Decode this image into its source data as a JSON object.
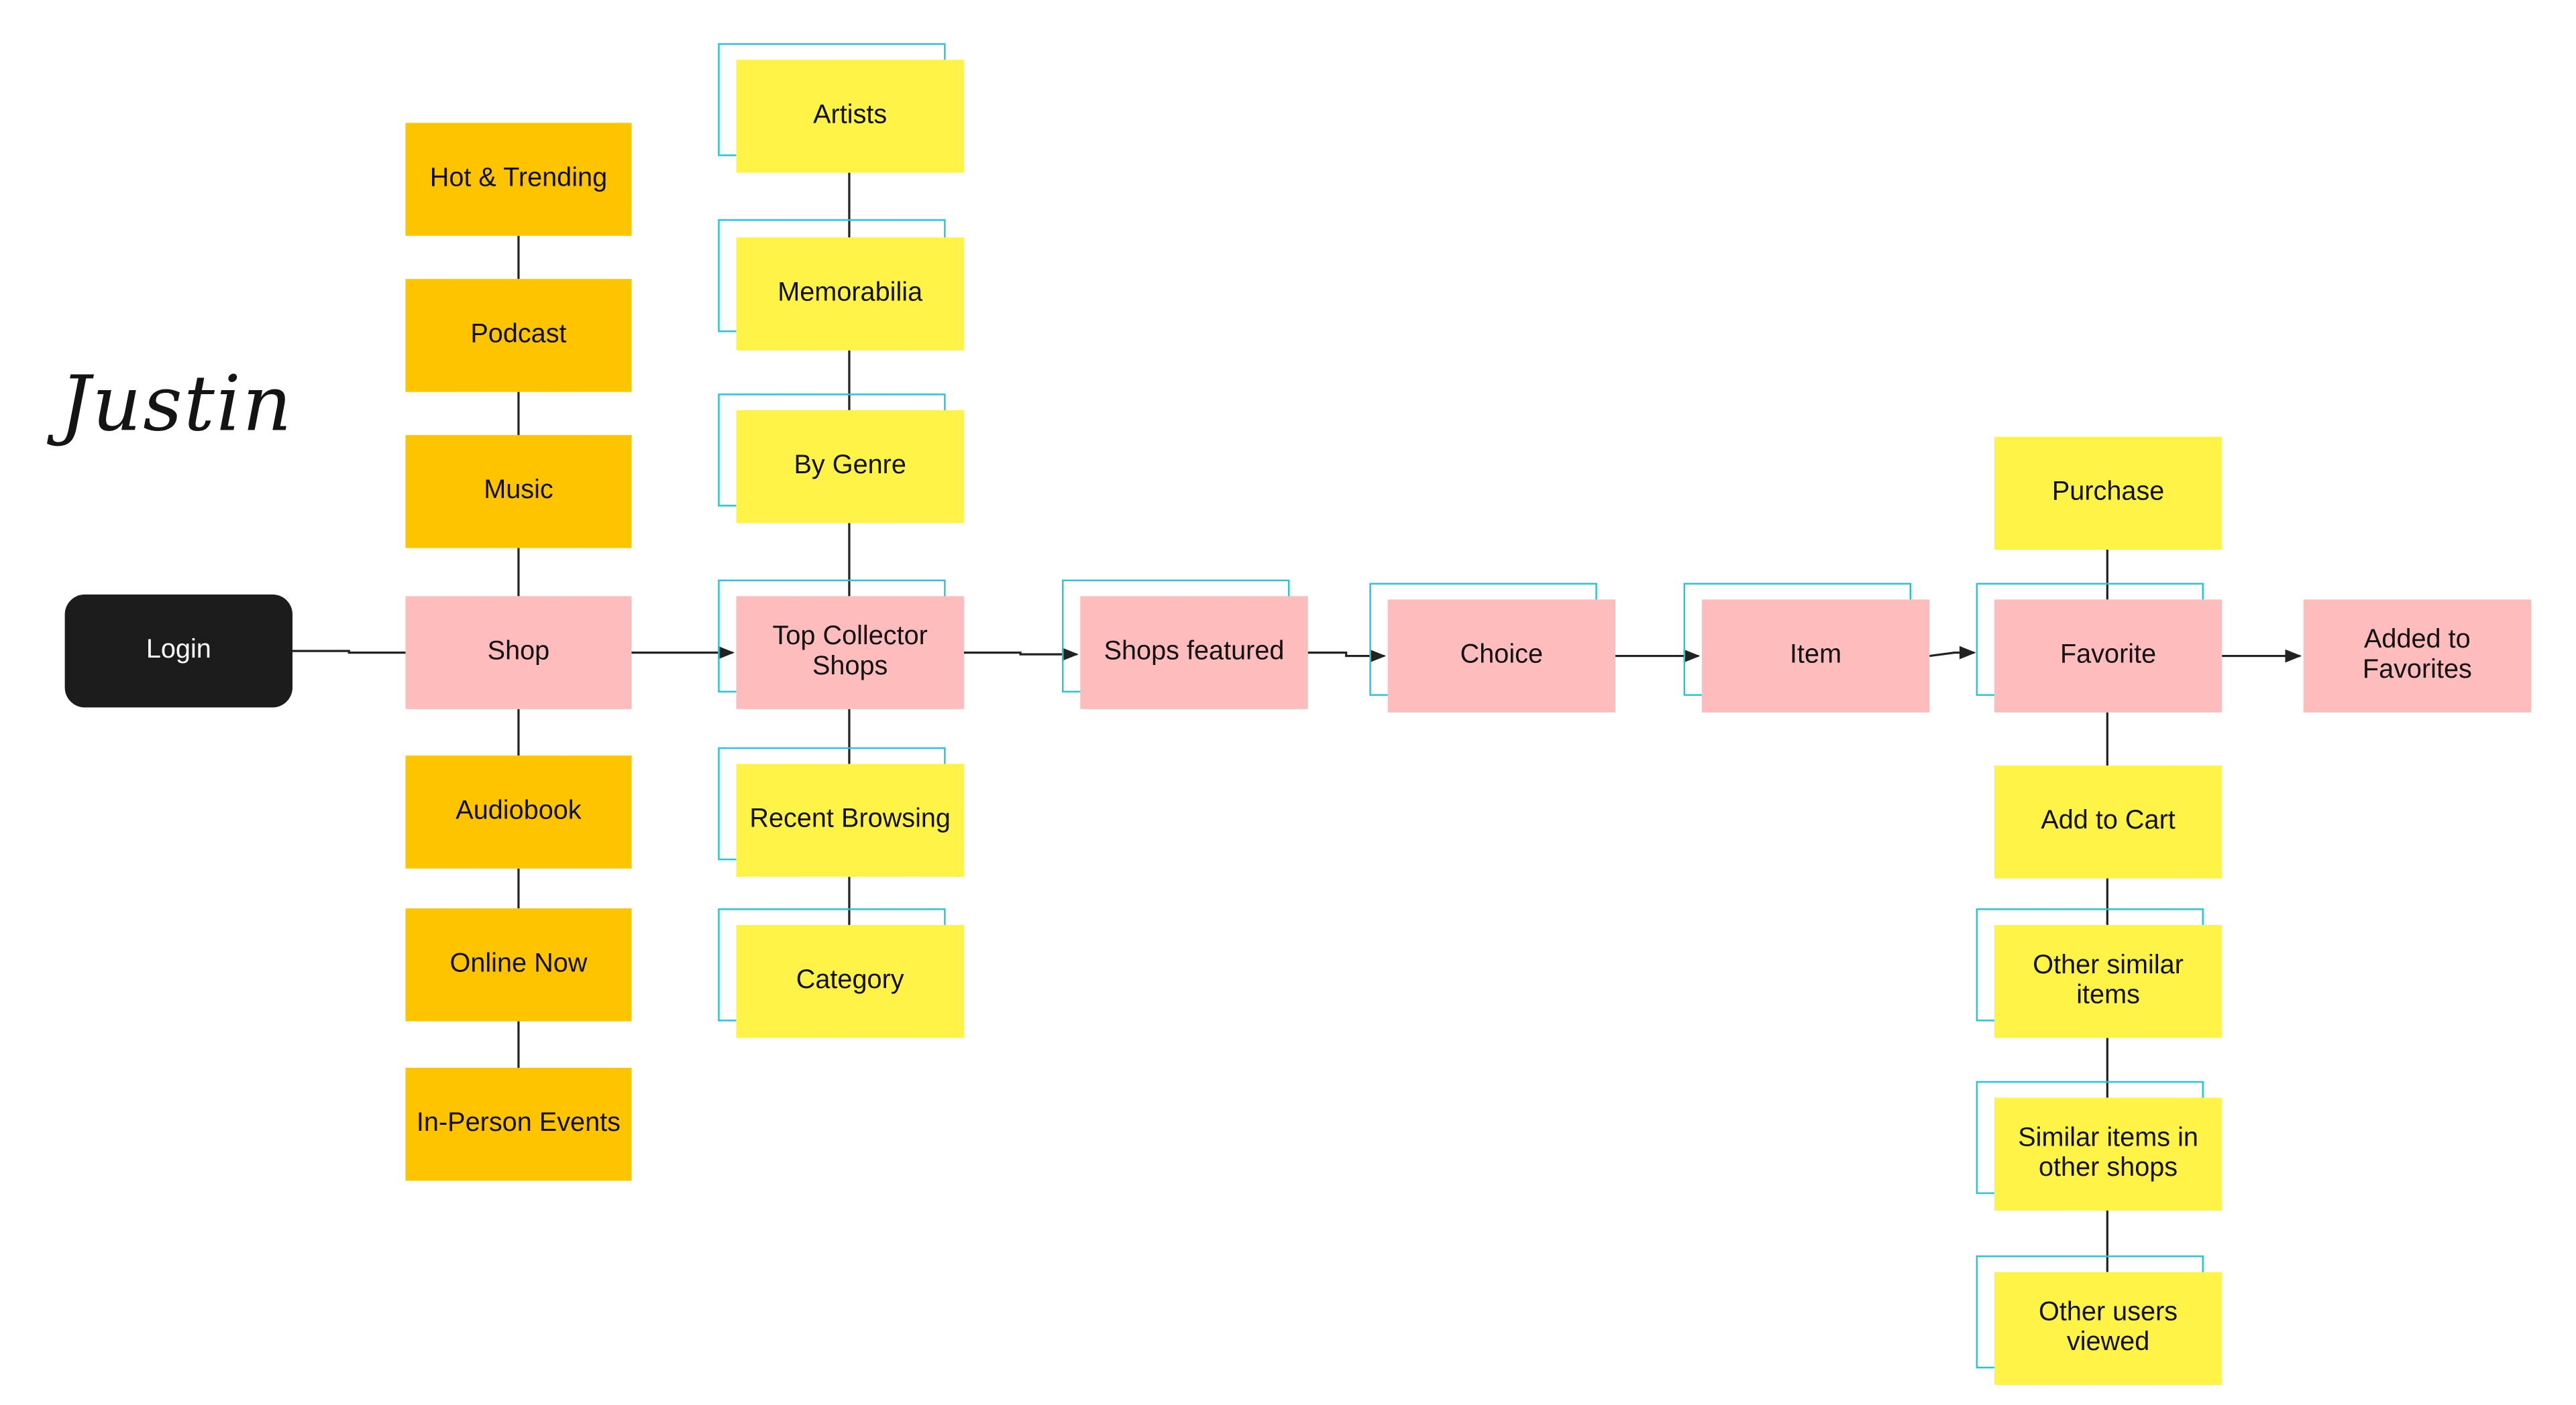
{
  "author": "Justin",
  "colors": {
    "secondary_menu": "#ffc400",
    "sticky_note": "#fff347",
    "flow_step": "#ffbcbc",
    "start_node": "#1c1c1c",
    "grouping_frame": "#29c5d6",
    "connector": "#222222"
  },
  "nodes": {
    "login": "Login",
    "hot_trending": "Hot & Trending",
    "podcast": "Podcast",
    "music": "Music",
    "shop": "Shop",
    "audiobook": "Audiobook",
    "online_now": "Online Now",
    "in_person_events": "In-Person Events",
    "artists": "Artists",
    "memorabilia": "Memorabilia",
    "by_genre": "By Genre",
    "top_collector_shops": "Top Collector\nShops",
    "recent_browsing": "Recent Browsing",
    "category": "Category",
    "shops_featured": "Shops featured",
    "choice": "Choice",
    "item": "Item",
    "purchase": "Purchase",
    "favorite": "Favorite",
    "added_to_favorites": "Added to\nFavorites",
    "add_to_cart": "Add to Cart",
    "other_similar_items": "Other similar\nitems",
    "similar_items_other_shops": "Similar items in\nother shops",
    "other_users_viewed": "Other users\nviewed"
  }
}
